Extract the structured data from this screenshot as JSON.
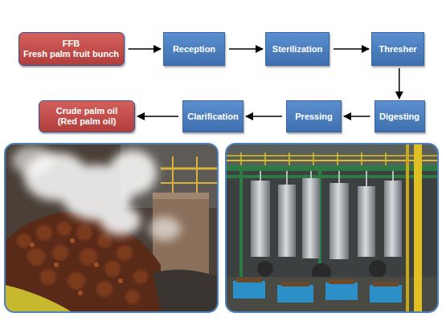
{
  "diagram": {
    "nodes": [
      {
        "text": [
          "FFB",
          "Fresh palm fruit bunch"
        ]
      },
      {
        "text": [
          "Reception"
        ]
      },
      {
        "text": [
          "Sterilization"
        ]
      },
      {
        "text": [
          "Thresher"
        ]
      },
      {
        "text": [
          "Digesting"
        ]
      },
      {
        "text": [
          "Pressing"
        ]
      },
      {
        "text": [
          "Clarification"
        ]
      },
      {
        "text": [
          "Crude palm oil",
          "(Red palm oil)"
        ]
      }
    ],
    "edges": [
      {
        "from": 0,
        "to": 1,
        "arrow": "to"
      },
      {
        "from": 1,
        "to": 2,
        "arrow": "to"
      },
      {
        "from": 2,
        "to": 3,
        "arrow": "to"
      },
      {
        "from": 3,
        "to": 4,
        "arrow": "to"
      },
      {
        "from": 4,
        "to": 5,
        "arrow": "to"
      },
      {
        "from": 5,
        "to": 6,
        "arrow": "to"
      },
      {
        "from": 6,
        "to": 7,
        "arrow": "to"
      }
    ]
  }
}
